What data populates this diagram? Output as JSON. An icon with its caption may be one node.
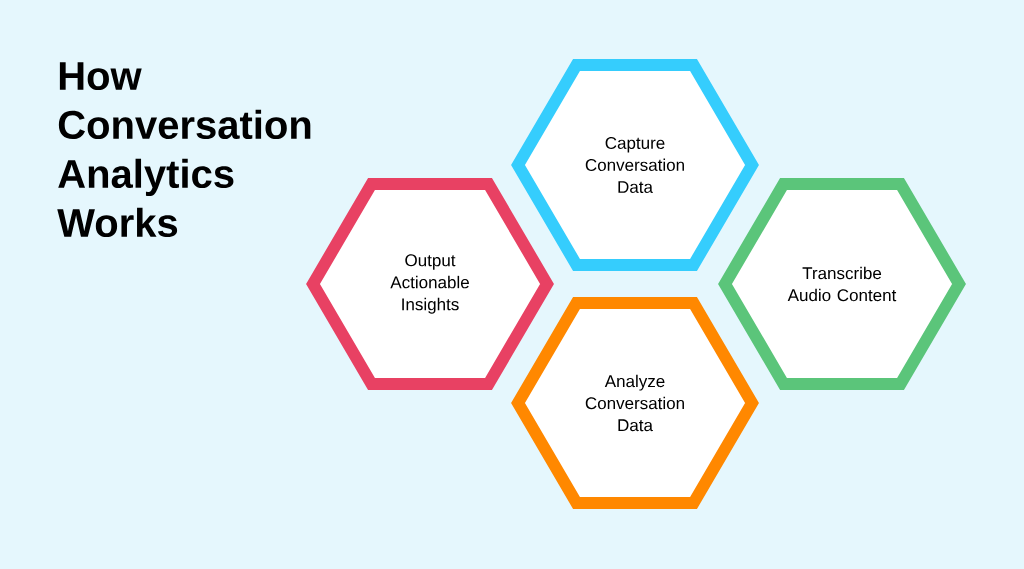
{
  "diagram": {
    "title": "How Conversation Analytics Works",
    "nodes": [
      {
        "text": [
          "Capture Conversation Data"
        ]
      },
      {
        "text": [
          "Output Actionable Insights"
        ]
      },
      {
        "text": [
          "Transcribe Audio Content"
        ]
      },
      {
        "text": [
          "Analyze Conversation Data"
        ]
      }
    ]
  }
}
